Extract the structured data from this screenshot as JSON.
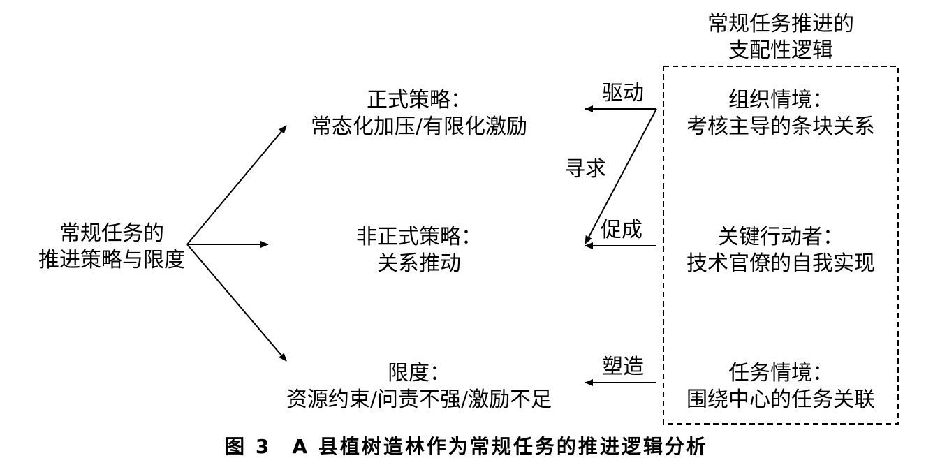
{
  "root_node": {
    "line1": "常规任务的",
    "line2": "推进策略与限度"
  },
  "strategy_nodes": [
    {
      "id": "formal",
      "line1": "正式策略：",
      "line2": "常态化加压/有限化激励"
    },
    {
      "id": "informal",
      "line1": "非正式策略：",
      "line2": "关系推动"
    },
    {
      "id": "limits",
      "line1": "限度：",
      "line2": "资源约束/问责不强/激励不足"
    }
  ],
  "logic_box": {
    "title_line1": "常规任务推进的",
    "title_line2": "支配性逻辑",
    "items": [
      {
        "id": "org",
        "line1": "组织情境：",
        "line2": "考核主导的条块关系"
      },
      {
        "id": "actor",
        "line1": "关键行动者：",
        "line2": "技术官僚的自我实现"
      },
      {
        "id": "task",
        "line1": "任务情境：",
        "line2": "围绕中心的任务关联"
      }
    ]
  },
  "relations": {
    "drive": "驱动",
    "seek": "寻求",
    "promote": "促成",
    "shape": "塑造"
  },
  "caption": {
    "number": "图 3",
    "text": "A 县植树造林作为常规任务的推进逻辑分析"
  }
}
